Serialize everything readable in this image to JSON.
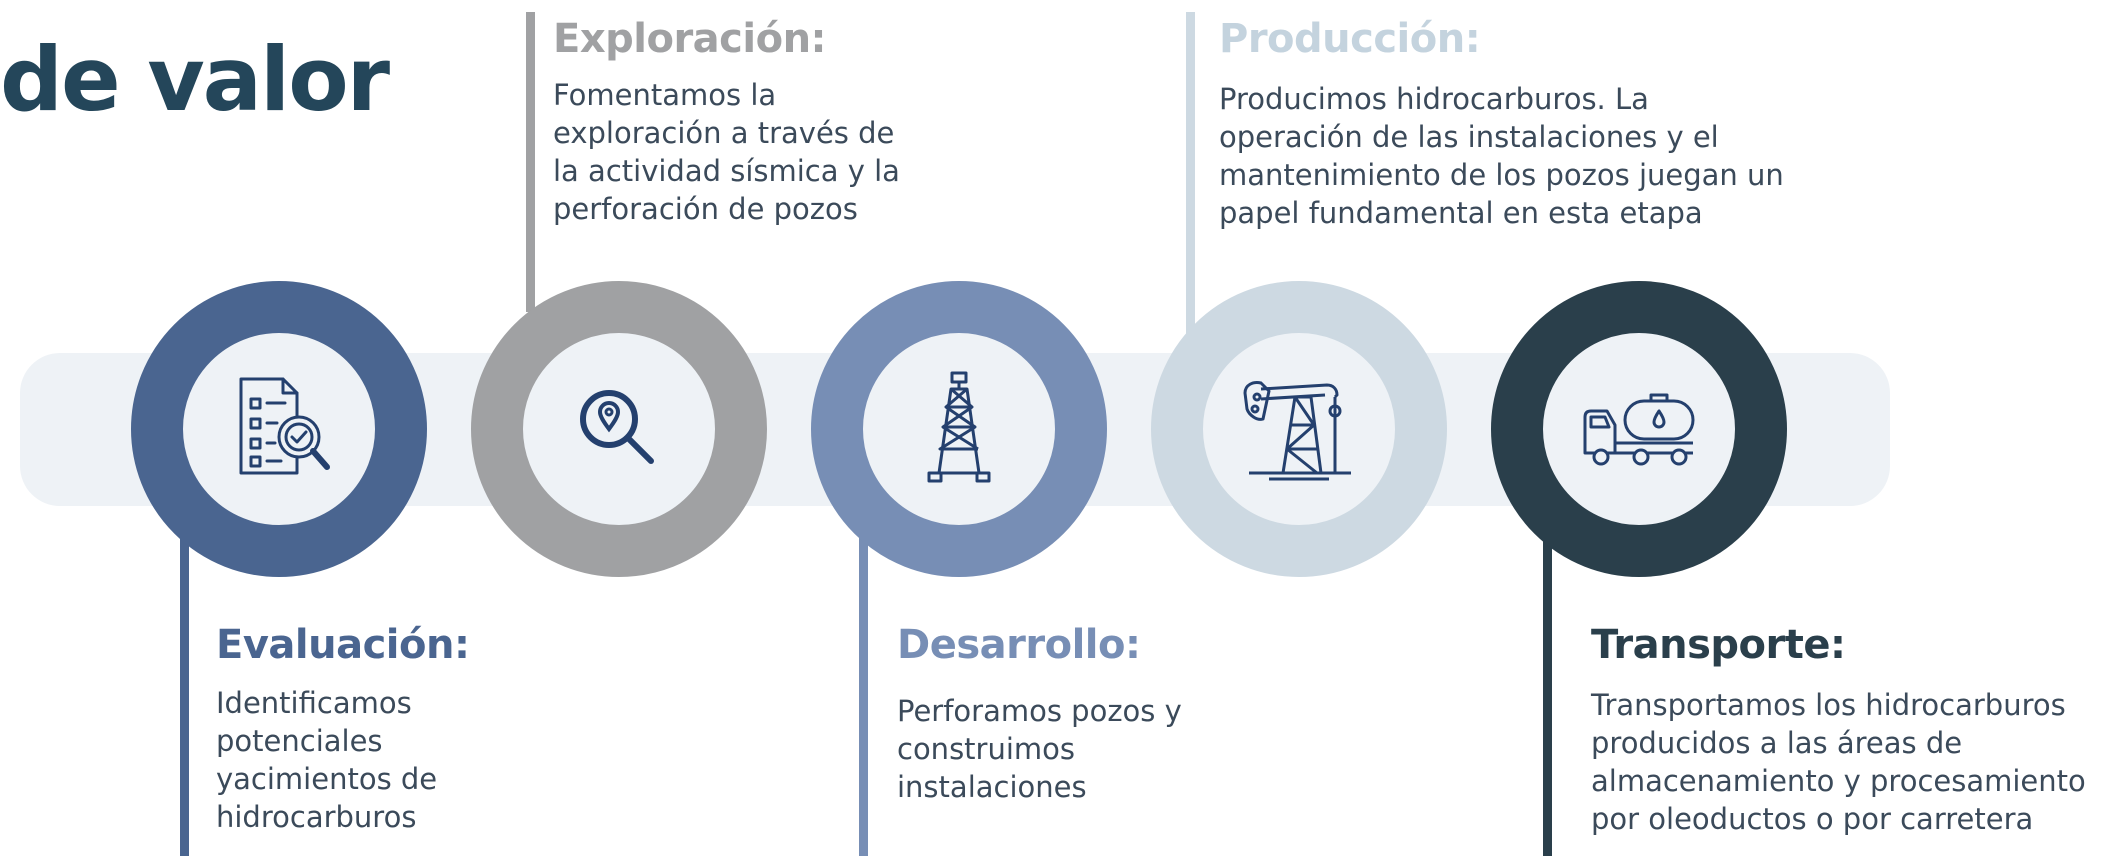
{
  "headline": "de valor",
  "colors": {
    "evaluacion": "#4a6590",
    "exploracion": "#a0a1a3",
    "desarrollo": "#778eb5",
    "produccion": "#cdd9e2",
    "transporte": "#2a3f4b",
    "band": "#eef2f6",
    "icon": "#24406e"
  },
  "stages": [
    {
      "key": "evaluacion",
      "icon": "document-search-icon",
      "title": "Evaluación:",
      "text": "Identificamos potenciales yacimientos de hidrocarburos"
    },
    {
      "key": "exploracion",
      "icon": "location-search-icon",
      "title": "Exploración:",
      "text": "Fomentamos la exploración a través de la actividad sísmica y la perforación de pozos"
    },
    {
      "key": "desarrollo",
      "icon": "drilling-rig-icon",
      "title": "Desarrollo:",
      "text": "Perforamos pozos y construimos instalaciones"
    },
    {
      "key": "produccion",
      "icon": "pumpjack-icon",
      "title": "Producción:",
      "text": "Producimos hidrocarburos. La operación de las instalaciones y el mantenimiento de los pozos juegan un papel fundamental en esta etapa"
    },
    {
      "key": "transporte",
      "icon": "tanker-truck-icon",
      "title": "Transporte:",
      "text": "Transportamos los hidrocarburos producidos a las áreas de almacenamiento y procesamiento por oleoductos o por carretera"
    }
  ]
}
